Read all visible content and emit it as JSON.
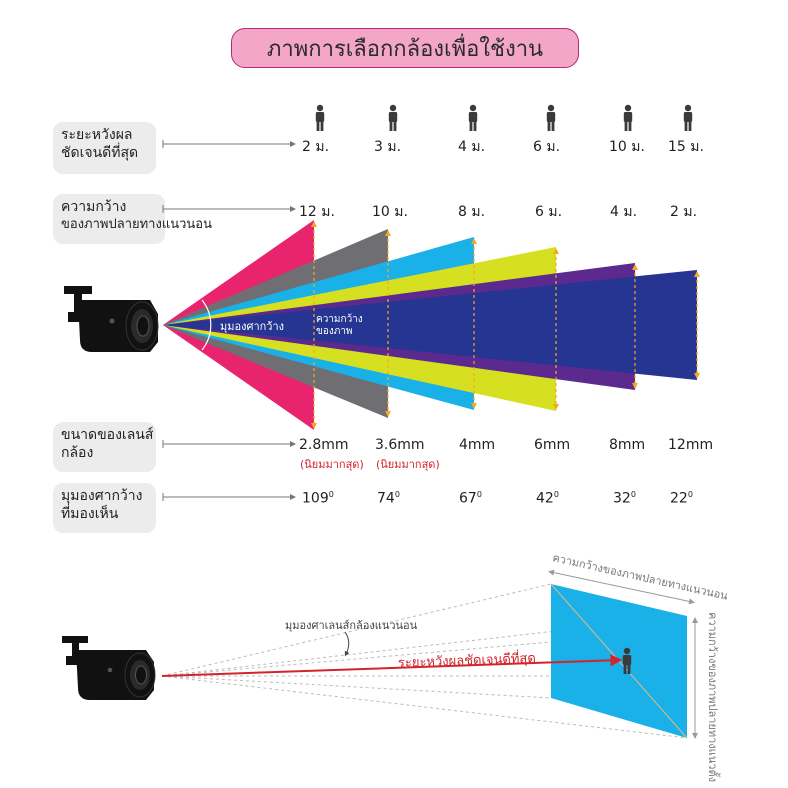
{
  "title": "ภาพการเลือกกล้องเพื่อใช้งาน",
  "rows": {
    "distance": {
      "label": [
        "ระยะหวังผล",
        "ชัดเจนดีที่สุด"
      ],
      "values": [
        "2 ม.",
        "3 ม.",
        "4 ม.",
        "6 ม.",
        "10 ม.",
        "15 ม."
      ]
    },
    "width": {
      "label": [
        "ความกว้าง",
        "ของภาพปลายทางแนวนอน"
      ],
      "values": [
        "12 ม.",
        "10 ม.",
        "8 ม.",
        "6 ม.",
        "4 ม.",
        "2 ม."
      ]
    },
    "lens": {
      "label": [
        "ขนาดของเลนส์",
        "กล้อง"
      ],
      "values": [
        "2.8mm",
        "3.6mm",
        "4mm",
        "6mm",
        "8mm",
        "12mm"
      ],
      "notes": [
        "(นิยมมากสุด)",
        "(นิยมมากสุด)"
      ]
    },
    "angle": {
      "label": [
        "มุมองศากว้าง",
        "ที่มองเห็น"
      ],
      "values": [
        "109",
        "74",
        "67",
        "42",
        "32",
        "22"
      ],
      "unit": "0"
    }
  },
  "fan": {
    "angle_label": "มุมองศากว้าง",
    "width_label": [
      "ความกว้าง",
      "ของภาพ"
    ],
    "colors": [
      "#e8246f",
      "#6f6f73",
      "#1ab0e8",
      "#d6e021",
      "#5c2a8e",
      "#263591"
    ]
  },
  "diagram": {
    "top_label": "ความกว้างของภาพปลายทางแนวนอน",
    "right_label": "ความกว้างของภาพปลายทางแนวตั้ง",
    "angle_label": "มุมองศาเลนส์กล้องแนวนอน",
    "distance_label": "ระยะหวังผลชัดเจนดีที่สุด",
    "plane_color": "#1ab0e8",
    "ray_color": "#d2242b"
  }
}
